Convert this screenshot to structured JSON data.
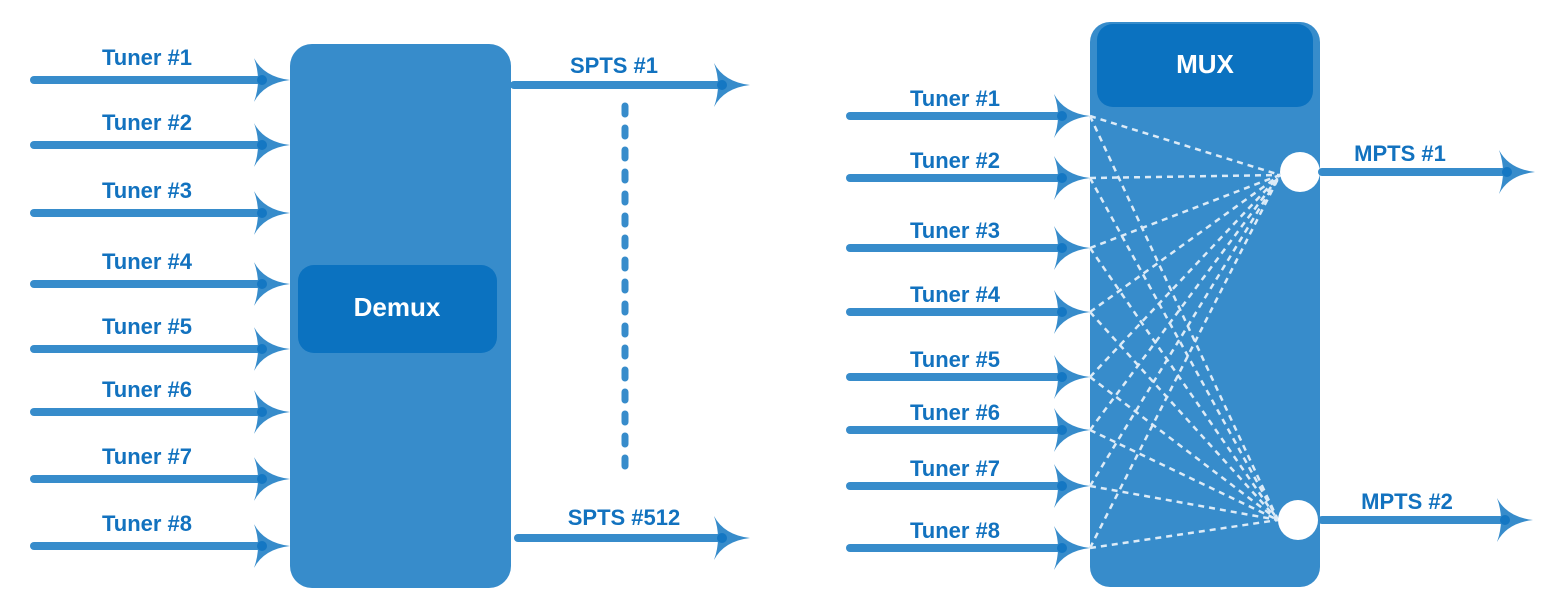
{
  "colors": {
    "box": "#378CCB",
    "inner": "#0B72C0",
    "arrow": "#378CCB",
    "text": "#1272BF",
    "mesh": "#DCEBF7"
  },
  "demux": {
    "title": "Demux",
    "inputs": [
      "Tuner #1",
      "Tuner #2",
      "Tuner #3",
      "Tuner #4",
      "Tuner #5",
      "Tuner #6",
      "Tuner #7",
      "Tuner #8"
    ],
    "outputs": [
      "SPTS #1",
      "SPTS #512"
    ]
  },
  "mux": {
    "title": "MUX",
    "inputs": [
      "Tuner #1",
      "Tuner #2",
      "Tuner #3",
      "Tuner #4",
      "Tuner #5",
      "Tuner #6",
      "Tuner #7",
      "Tuner #8"
    ],
    "outputs": [
      "MPTS #1",
      "MPTS #2"
    ]
  }
}
